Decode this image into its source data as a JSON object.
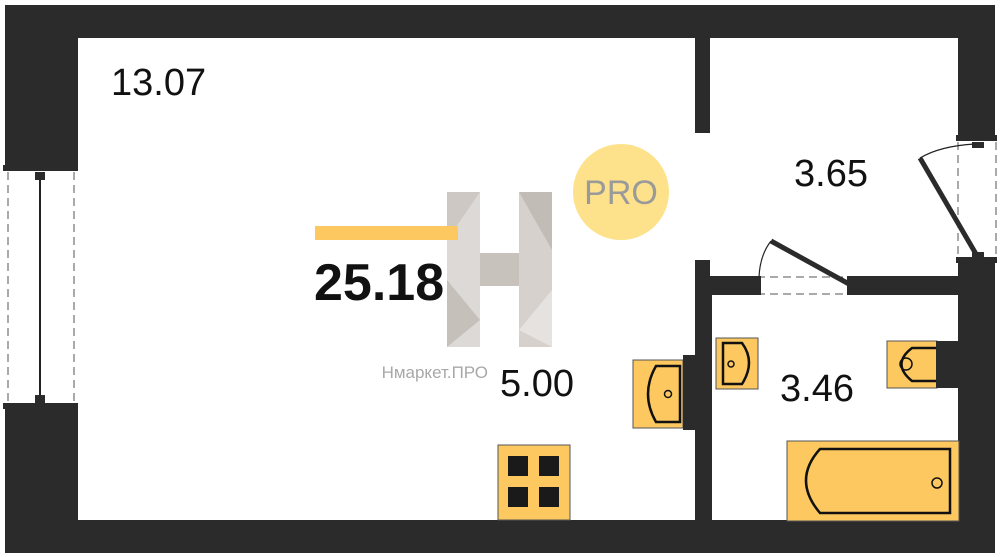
{
  "plan": {
    "total_area": "25.18",
    "rooms": [
      {
        "id": "living-room",
        "area": "13.07"
      },
      {
        "id": "kitchen",
        "area": "5.00"
      },
      {
        "id": "hallway",
        "area": "3.65"
      },
      {
        "id": "bathroom",
        "area": "3.46"
      }
    ]
  },
  "watermark": {
    "badge": "PRO",
    "caption": "Нмаркет.ПРО"
  },
  "colors": {
    "wall": "#2b2b2b",
    "fixture": "#fcc85f",
    "accent_bar": "#fcc85f",
    "badge": "#fde18b",
    "watermark_text": "#9a9a9a"
  }
}
